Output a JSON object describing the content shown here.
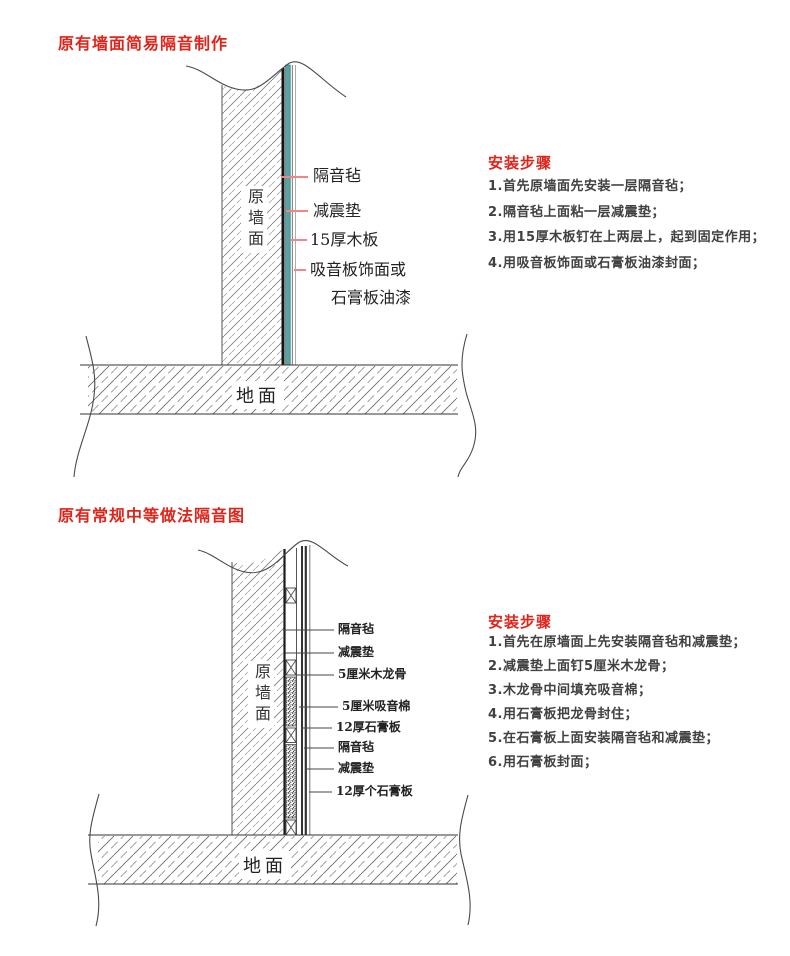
{
  "colors": {
    "accent_red": "#e2231a",
    "leader_pink": "#f28585",
    "damper_teal": "#58a4a4",
    "drawing_line": "#4a4a4a"
  },
  "section1": {
    "title": "原有墙面简易隔音制作",
    "wall_label": "原墙面",
    "floor_label": "地面",
    "layer_labels": [
      "隔音毡",
      "减震垫",
      "15厚木板",
      "吸音板饰面或",
      "石膏板油漆"
    ],
    "steps_title": "安装步骤",
    "steps": [
      "1.首先原墙面先安装一层隔音毡；",
      "2.隔音毡上面粘一层减震垫；",
      "3.用15厚木板钉在上两层上，起到固定作用；",
      "4.用吸音板饰面或石膏板油漆封面；"
    ]
  },
  "section2": {
    "title": "原有常规中等做法隔音图",
    "wall_label": "原墙面",
    "floor_label": "地面",
    "layer_labels": [
      "隔音毡",
      "减震垫",
      "5厘米木龙骨",
      "5厘米吸音棉",
      "12厚石膏板",
      "隔音毡",
      "减震垫",
      "12厚个石膏板"
    ],
    "steps_title": "安装步骤",
    "steps": [
      "1.首先在原墙面上先安装隔音毡和减震垫；",
      "2.减震垫上面钉5厘米木龙骨；",
      "3.木龙骨中间填充吸音棉；",
      "4.用石膏板把龙骨封住；",
      "5.在石膏板上面安装隔音毡和减震垫；",
      "6.用石膏板封面；"
    ]
  }
}
